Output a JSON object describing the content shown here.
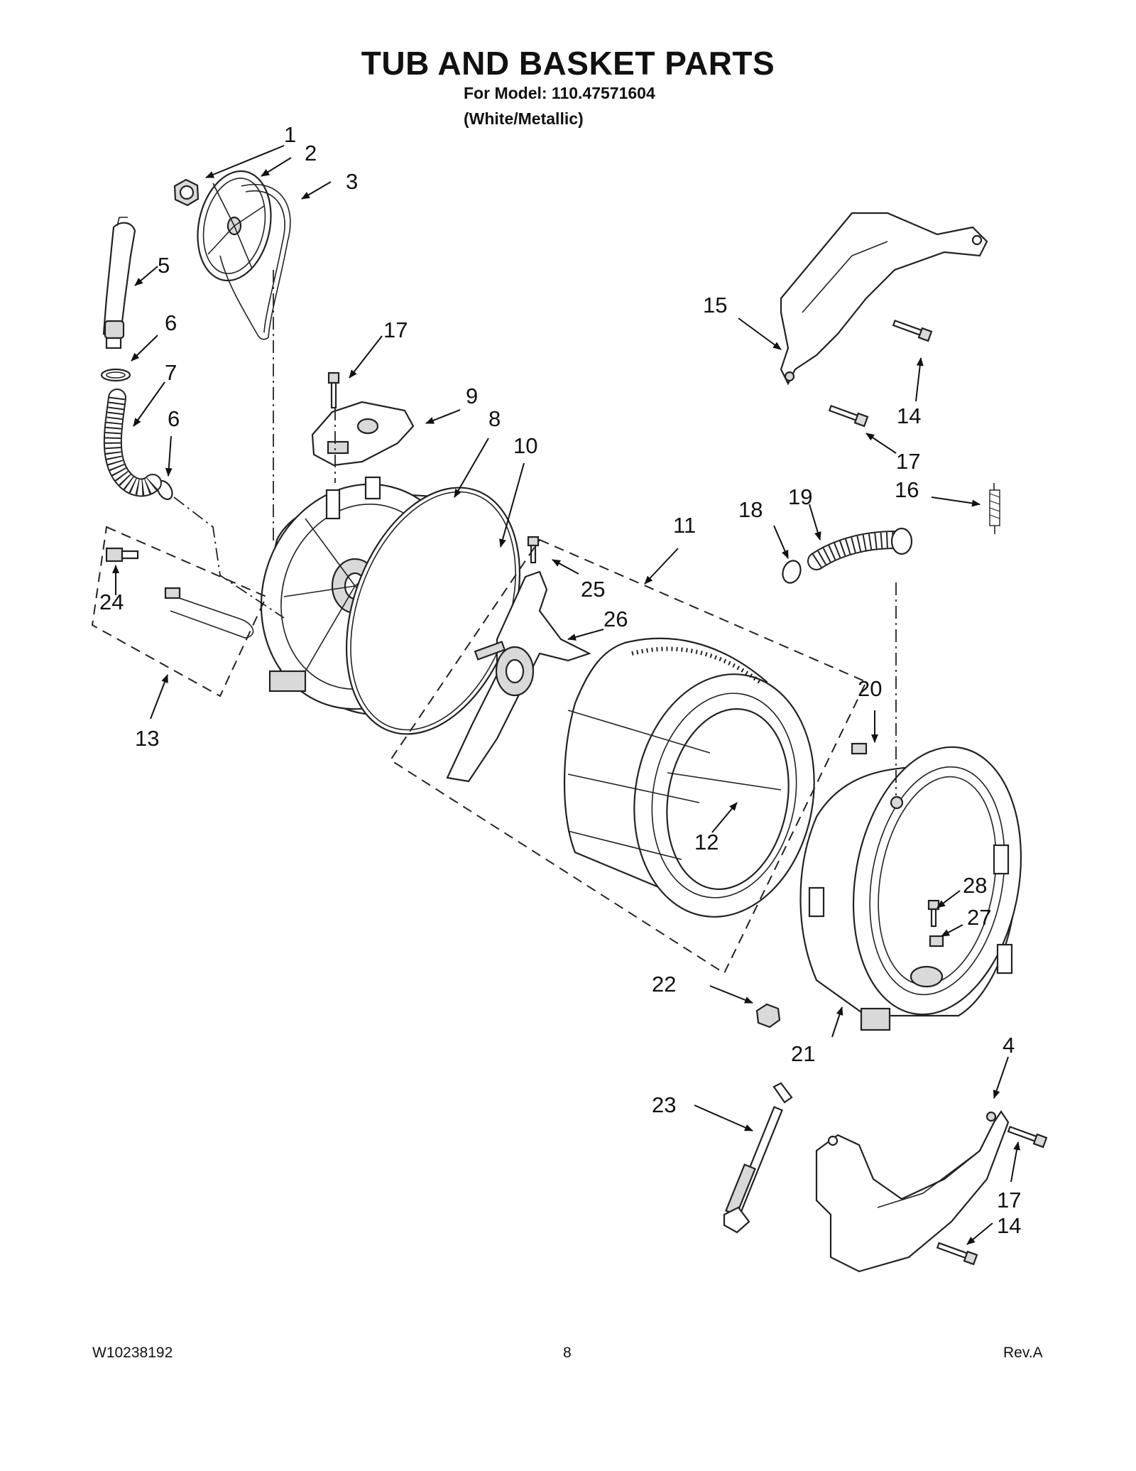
{
  "header": {
    "title": "TUB AND BASKET PARTS",
    "model_line": "For Model: 110.47571604",
    "variant_line": "(White/Metallic)"
  },
  "callouts": {
    "c1": "1",
    "c2": "2",
    "c3": "3",
    "c4": "4",
    "c5": "5",
    "c6a": "6",
    "c6b": "6",
    "c7": "7",
    "c8": "8",
    "c9": "9",
    "c10": "10",
    "c11": "11",
    "c12": "12",
    "c13": "13",
    "c14a": "14",
    "c14b": "14",
    "c15": "15",
    "c16": "16",
    "c17a": "17",
    "c17b": "17",
    "c17c": "17",
    "c18": "18",
    "c19": "19",
    "c20": "20",
    "c21": "21",
    "c22": "22",
    "c23": "23",
    "c24": "24",
    "c25": "25",
    "c26": "26",
    "c27": "27",
    "c28": "28"
  },
  "footer": {
    "doc_number": "W10238192",
    "page": "8",
    "revision": "Rev.A"
  }
}
